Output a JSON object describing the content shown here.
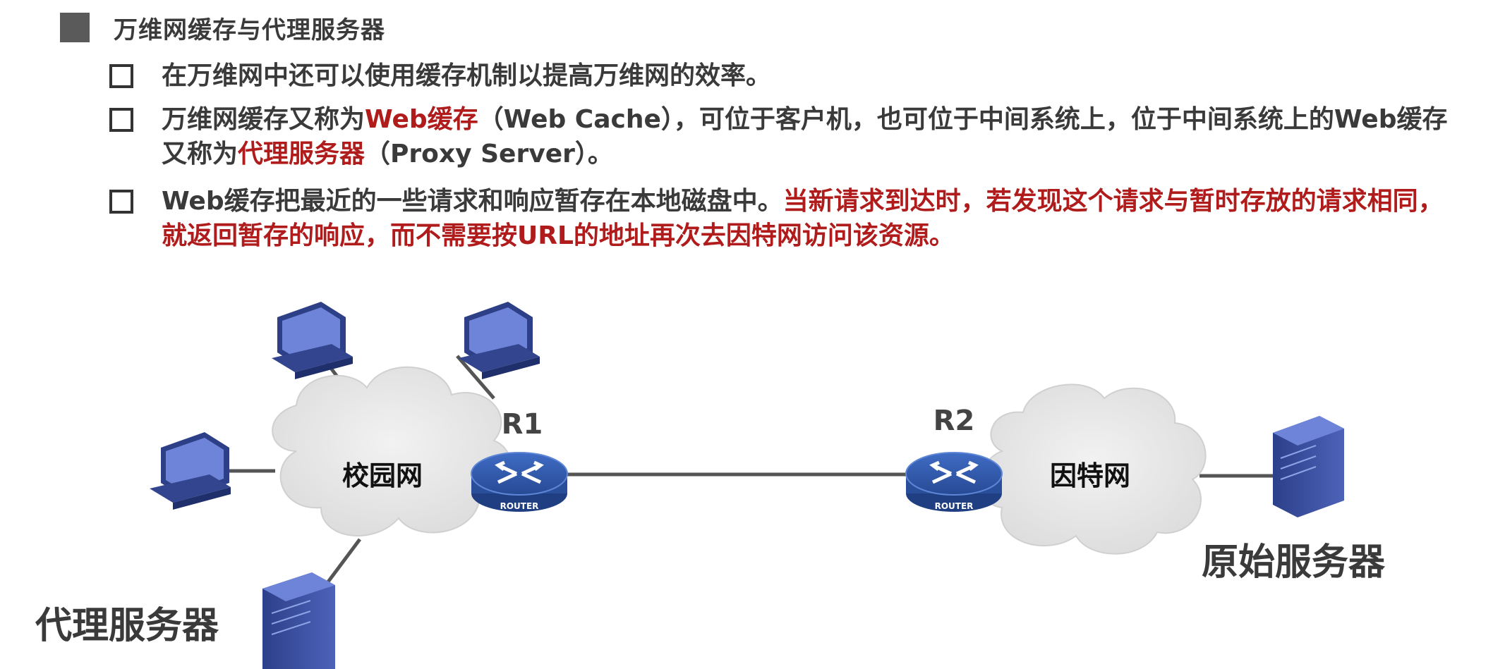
{
  "heading": "万维网缓存与代理服务器",
  "bullets": [
    {
      "plain1": "在万维网中还可以使用缓存机制以提高万维网的效率。"
    },
    {
      "plain1": "万维网缓存又称为",
      "red1": "Web缓存",
      "plain2": "（Web Cache），可位于客户机，也可位于中间系统上，位于中间系统上的Web缓存又称为",
      "red2": "代理服务器",
      "plain3": "（Proxy Server）。"
    },
    {
      "plain1": "Web缓存把最近的一些请求和响应暂存在本地磁盘中。",
      "red1": "当新请求到达时，若发现这个请求与暂时存放的请求相同，就返回暂存的响应，而不需要按URL的地址再次去因特网访问该资源。"
    }
  ],
  "diagram": {
    "campus_net": "校园网",
    "internet": "因特网",
    "router1": "R1",
    "router2": "R2",
    "router_caption": "ROUTER",
    "origin_server": "原始服务器",
    "proxy_server": "代理服务器"
  },
  "colors": {
    "accent_red": "#b01c1c",
    "text": "#3a3a3a",
    "cloud": "#e6e6e6",
    "router": "#2f56a8",
    "link": "#555555"
  }
}
